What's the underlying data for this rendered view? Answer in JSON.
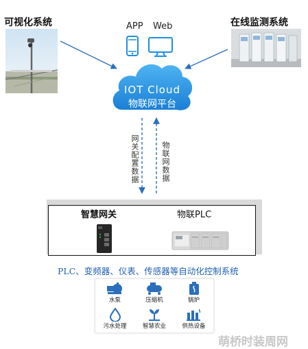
{
  "top_left_label": "可视化系统",
  "top_right_label": "在线监测系统",
  "client_labels": {
    "app": "APP",
    "web": "Web"
  },
  "cloud": {
    "line1": "IOT Cloud",
    "line2": "物联网平台",
    "color": "#1e8fe1"
  },
  "arrows": {
    "down_label": "网关配置数据",
    "up_label": "物联网数据",
    "color": "#2a6fbd"
  },
  "devices": {
    "gateway_label": "智慧网关",
    "plc_label": "物联PLC"
  },
  "automation_line": "PLC、变频器、仪表、传感器等自动化控制系统",
  "scenarios": [
    {
      "label": "水泵",
      "icon": "pump-icon"
    },
    {
      "label": "压缩机",
      "icon": "compressor-icon"
    },
    {
      "label": "锅炉",
      "icon": "boiler-icon"
    },
    {
      "label": "污水处理",
      "icon": "water-drop-icon"
    },
    {
      "label": "智慧农业",
      "icon": "agriculture-icon"
    },
    {
      "label": "供热设备",
      "icon": "heating-icon"
    }
  ],
  "watermark": "萌桥时装周网",
  "accent_color": "#1f5fb0"
}
